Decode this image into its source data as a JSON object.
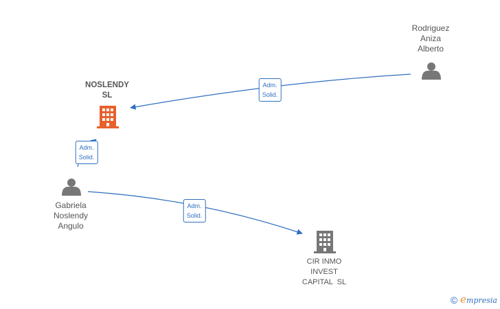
{
  "nodes": {
    "rodriguez": {
      "line1": "Rodriguez",
      "line2": "Aniza",
      "line3": "Alberto",
      "type": "person"
    },
    "noslendy_sl": {
      "line1": "NOSLENDY",
      "line2": "SL",
      "type": "company",
      "highlight": true
    },
    "gabriela": {
      "line1": "Gabriela",
      "line2": "Noslendy",
      "line3": "Angulo",
      "type": "person"
    },
    "cir_inmo": {
      "line1": "CIR INMO",
      "line2": "INVEST",
      "line3": "CAPITAL  SL",
      "type": "company"
    }
  },
  "edges": [
    {
      "from": "rodriguez",
      "to": "noslendy_sl",
      "line1": "Adm.",
      "line2": "Solid."
    },
    {
      "from": "gabriela",
      "to": "noslendy_sl",
      "line1": "Adm.",
      "line2": "Solid."
    },
    {
      "from": "gabriela",
      "to": "cir_inmo",
      "line1": "Adm.",
      "line2": "Solid."
    }
  ],
  "footer": {
    "copyright": "©",
    "brand_e": "e",
    "brand_rest": "mpresia"
  },
  "colors": {
    "edge": "#2e6fbf",
    "person_icon": "#777777",
    "company_icon": "#777777",
    "highlight_company": "#e8602c"
  }
}
